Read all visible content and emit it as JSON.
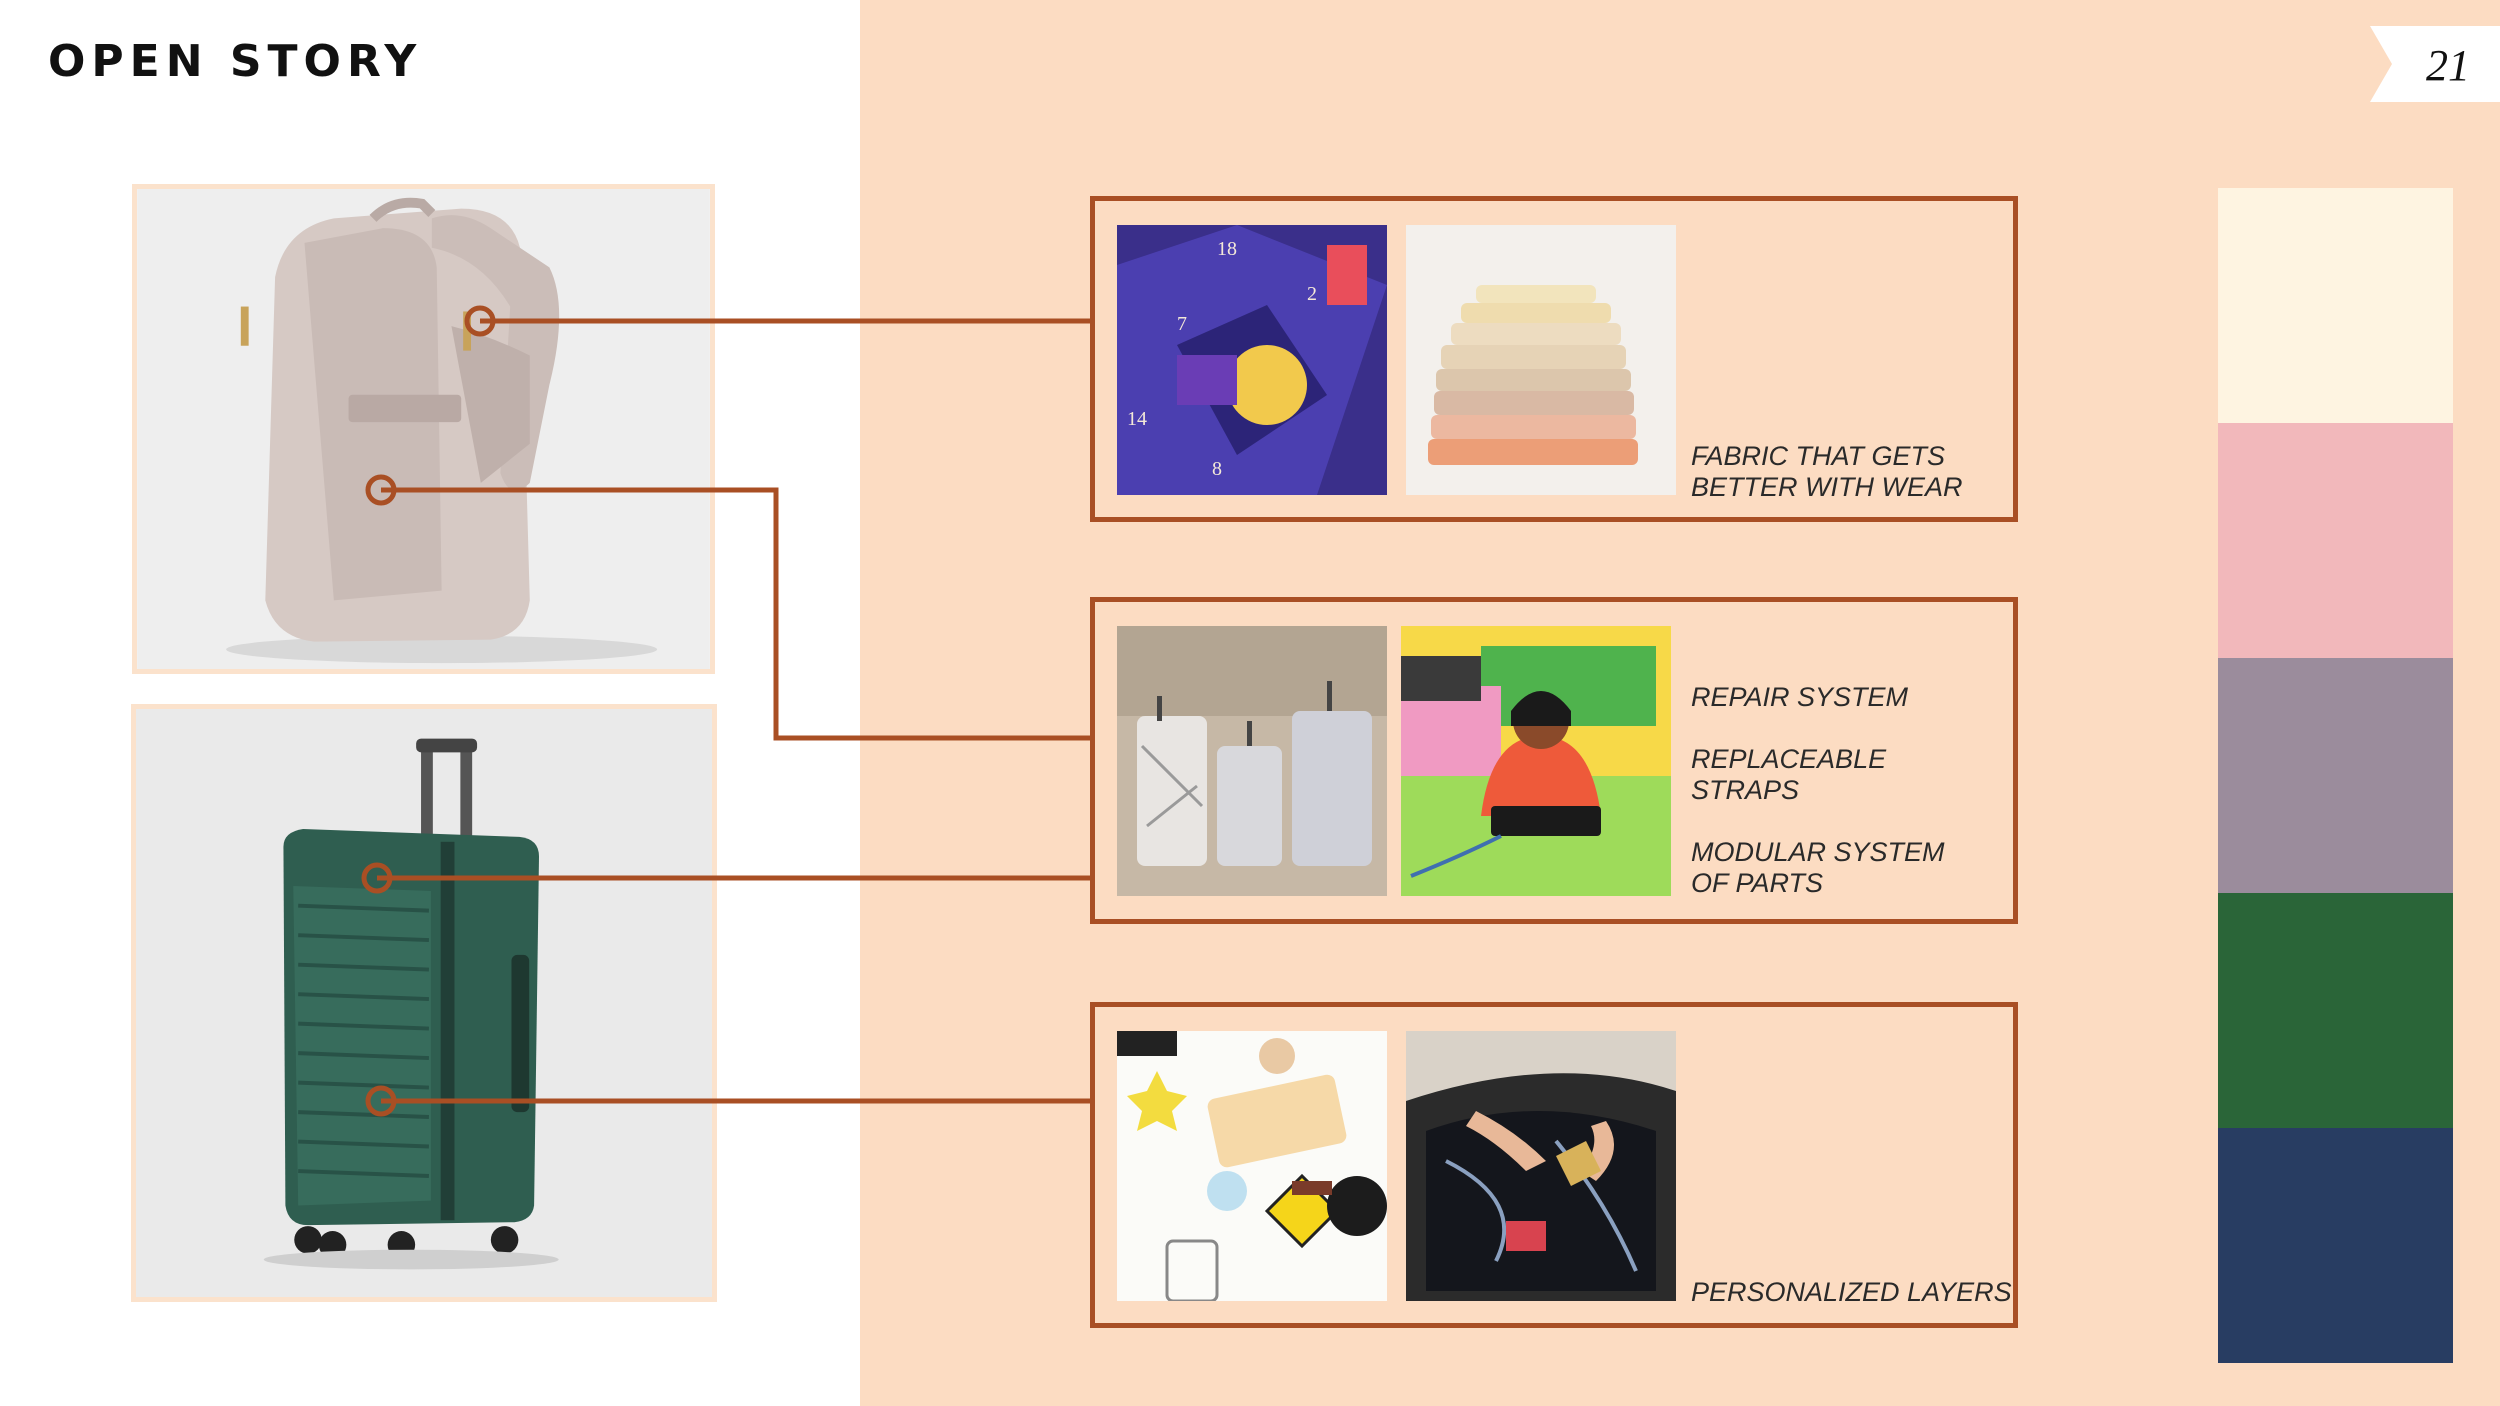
{
  "header": {
    "title": "OPEN STORY",
    "page_number": "21"
  },
  "products": [
    {
      "name": "backpack",
      "color": "#d9cdc8"
    },
    {
      "name": "suitcase",
      "color": "#2f5e50"
    }
  ],
  "stories": [
    {
      "id": "fabric",
      "labels": [
        "FABRIC THAT GETS\nBETTER WITH WEAR"
      ]
    },
    {
      "id": "repair",
      "labels": [
        "REPAIR SYSTEM",
        "REPLACEABLE\nSTRAPS",
        "MODULAR SYSTEM\nOF PARTS"
      ]
    },
    {
      "id": "personal",
      "labels": [
        "PERSONALIZED LAYERS"
      ]
    }
  ],
  "palette": [
    "#fef4e1",
    "#f2b8bb",
    "#9b8c9c",
    "#2a6538",
    "#283d62"
  ],
  "accent_color": "#a94f24"
}
